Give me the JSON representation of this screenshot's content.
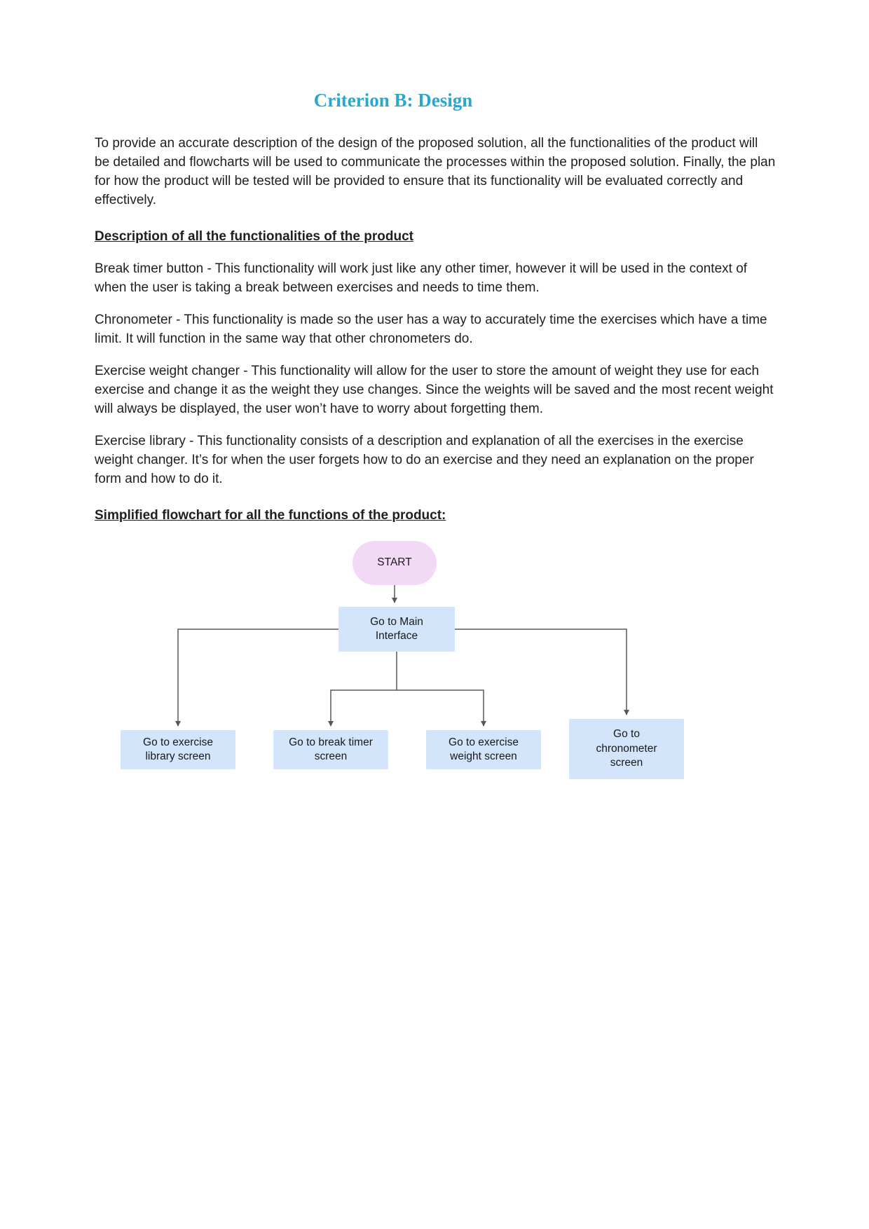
{
  "page": {
    "title": "Criterion B: Design",
    "intro": "To provide an accurate description of the design of the proposed solution, all the functionalities of the product will be detailed and flowcharts will be used to communicate the processes within the proposed solution. Finally, the plan for how the product will be tested will be provided to ensure that its functionality will be evaluated correctly and effectively.",
    "section1_heading": "Description of all the functionalities of the product",
    "paragraphs": [
      "Break timer button - This functionality will work just like any other timer, however it will be used in the context of when the user is taking a break between exercises and needs to time them.",
      "Chronometer - This functionality is made so the user has a way to accurately time the exercises which have a time limit. It will function in the same way that other chronometers do.",
      "Exercise weight changer - This functionality will allow for the user to store the amount of weight they use for each exercise and change it as the weight they use changes. Since the weights will be saved and the most recent weight will always be displayed, the user won’t have to worry about forgetting them.",
      "Exercise library - This functionality consists of a description and explanation of all the exercises in  the exercise weight changer. It’s for when the user forgets how to do an exercise and they need an explanation on the proper form and how to do it."
    ],
    "section2_heading": "Simplified flowchart for all the functions of the product:",
    "colors": {
      "title": "#2BA7CC",
      "node_start_fill": "#F2D9F5",
      "node_box_fill": "#D3E5FA",
      "connector": "#595959"
    },
    "flowchart": {
      "start": "START",
      "main": "Go to Main Interface",
      "leaf_library": "Go to exercise library screen",
      "leaf_break_timer": "Go to break timer screen",
      "leaf_weight": "Go to exercise weight screen",
      "leaf_chronometer": "Go to chronometer screen"
    }
  }
}
